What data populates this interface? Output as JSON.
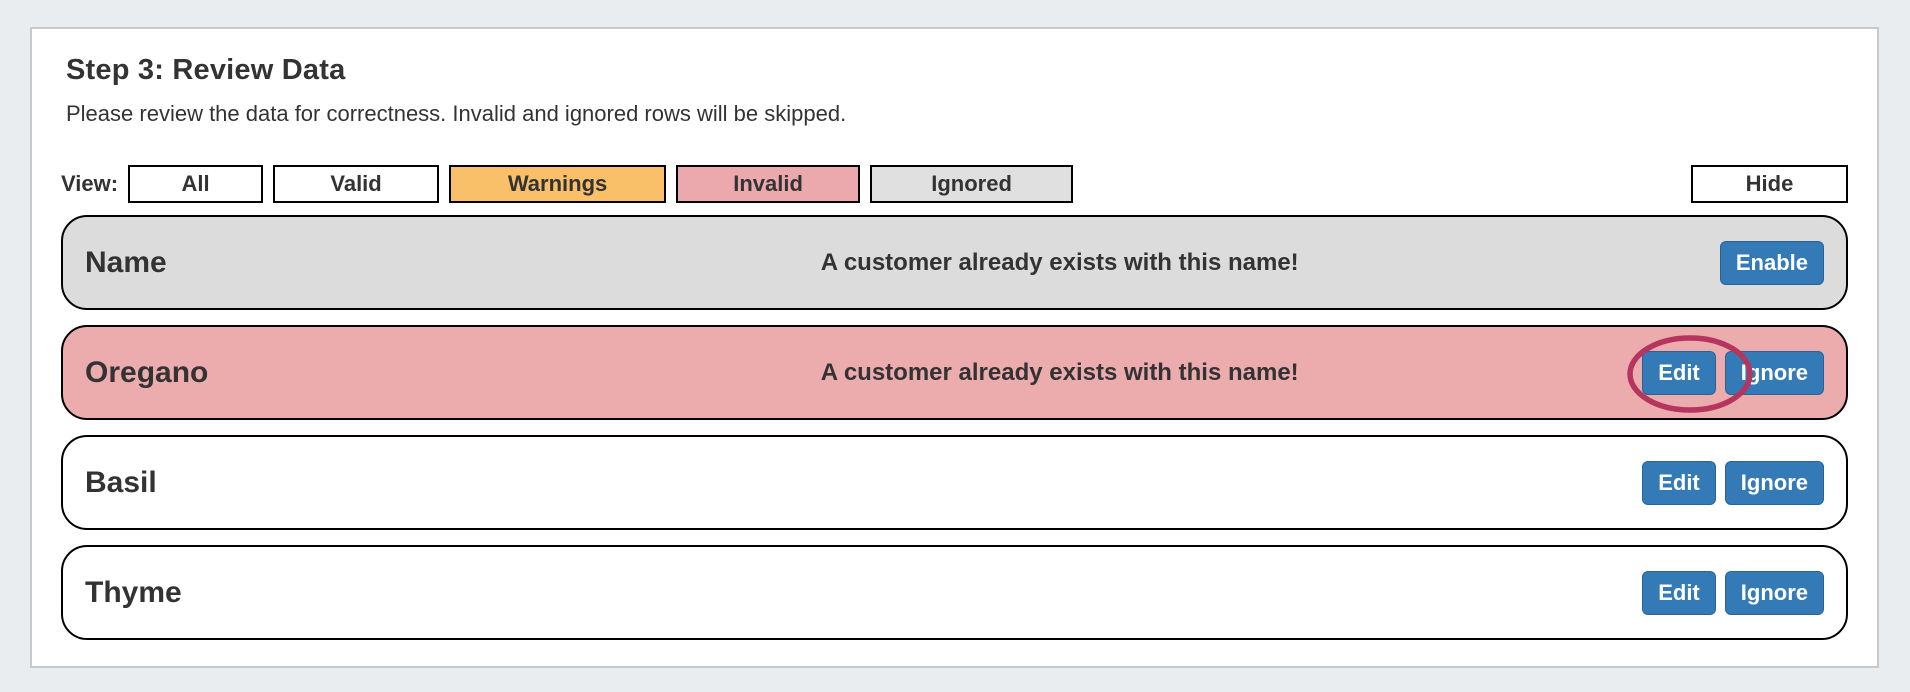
{
  "header": {
    "title": "Step 3: Review Data",
    "subtitle": "Please review the data for correctness. Invalid and ignored rows will be skipped."
  },
  "view_filter": {
    "label": "View:",
    "buttons": [
      {
        "label": "All",
        "color": "#ffffff"
      },
      {
        "label": "Valid",
        "color": "#ffffff"
      },
      {
        "label": "Warnings",
        "color": "#f9bf69"
      },
      {
        "label": "Invalid",
        "color": "#eca9ad"
      },
      {
        "label": "Ignored",
        "color": "#e0e0e0"
      }
    ],
    "hide_label": "Hide"
  },
  "rows": [
    {
      "name": "Name",
      "status": "ignored",
      "bg": "#dcdcdc",
      "message": "A customer already exists with this name!",
      "buttons": [
        "Enable"
      ]
    },
    {
      "name": "Oregano",
      "status": "invalid",
      "bg": "#ecacae",
      "message": "A customer already exists with this name!",
      "buttons": [
        "Edit",
        "Ignore"
      ],
      "annotation": "ellipse-highlight-around-edit-button"
    },
    {
      "name": "Basil",
      "status": "valid",
      "bg": "#ffffff",
      "message": "",
      "buttons": [
        "Edit",
        "Ignore"
      ]
    },
    {
      "name": "Thyme",
      "status": "valid",
      "bg": "#ffffff",
      "message": "",
      "buttons": [
        "Edit",
        "Ignore"
      ]
    }
  ],
  "colors": {
    "page_background": "#e9edf0",
    "card_border": "#c9c9c9",
    "row_border": "#000000",
    "primary_button": "#337ab7",
    "primary_button_border": "#2a6496",
    "annotation_stroke": "#b5355f",
    "text": "#333333"
  }
}
